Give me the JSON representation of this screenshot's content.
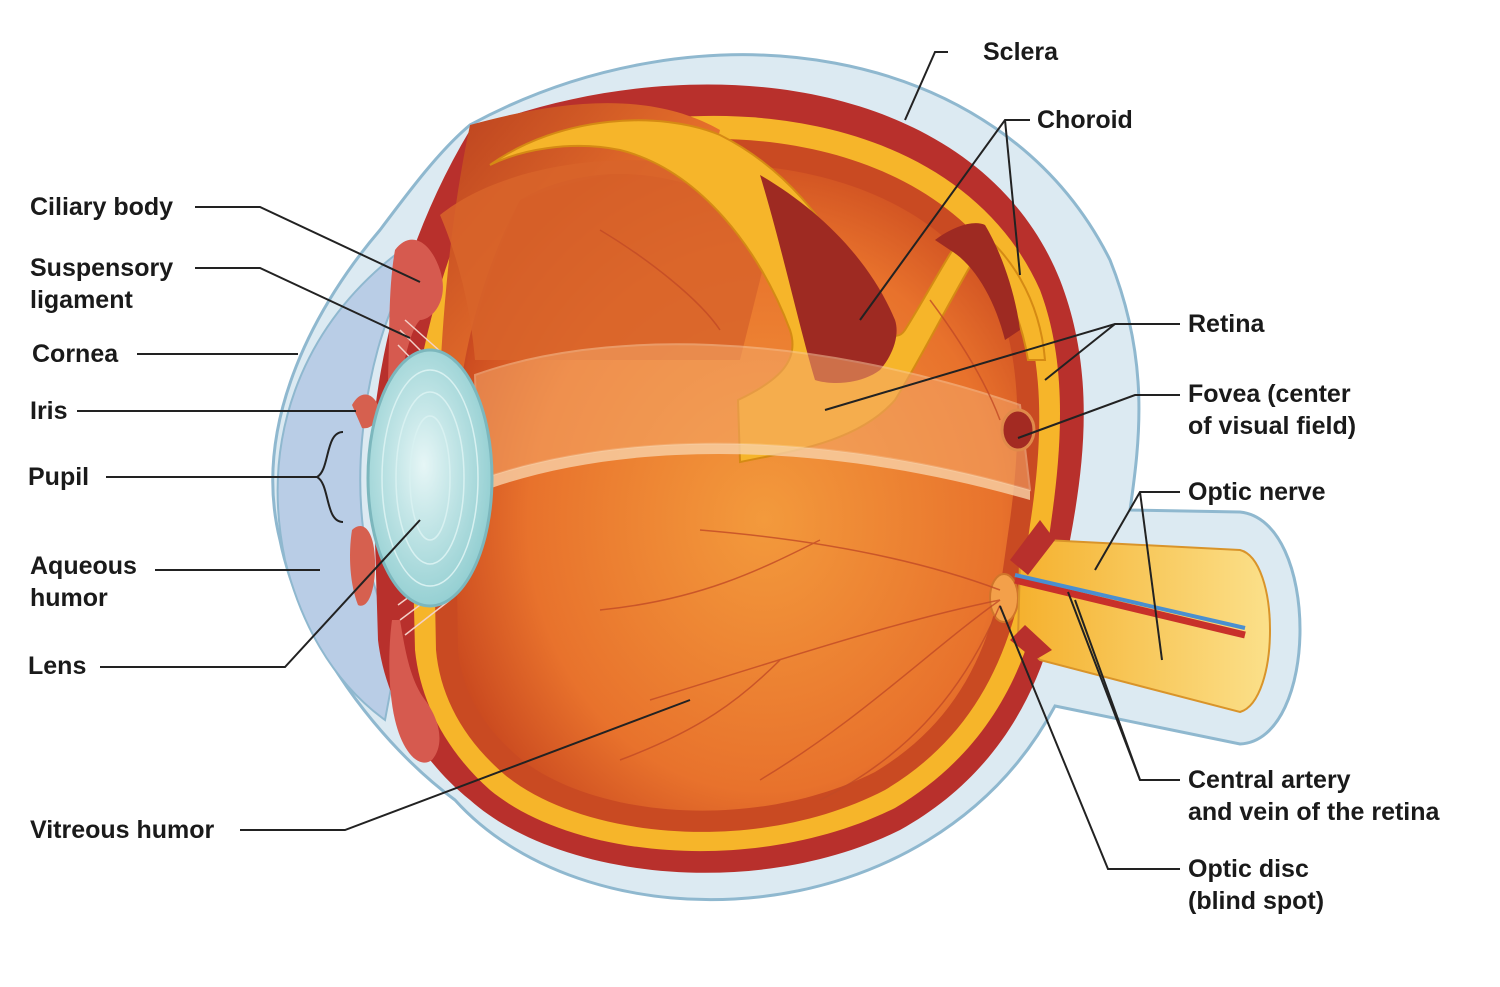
{
  "labels": {
    "sclera": "Sclera",
    "choroid": "Choroid",
    "ciliary_body": "Ciliary body",
    "suspensory_ligament": [
      "Suspensory",
      "ligament"
    ],
    "cornea": "Cornea",
    "iris": "Iris",
    "pupil": "Pupil",
    "aqueous_humor": [
      "Aqueous",
      "humor"
    ],
    "lens": "Lens",
    "vitreous_humor": "Vitreous humor",
    "retina": "Retina",
    "fovea": [
      "Fovea (center",
      "of visual field)"
    ],
    "optic_nerve": "Optic nerve",
    "central_artery_vein": [
      "Central artery",
      "and vein of the retina"
    ],
    "optic_disc": [
      "Optic disc",
      "(blind spot)"
    ]
  },
  "colors": {
    "sclera_fill": "#dceaf2",
    "sclera_edge": "#8fb8cf",
    "cornea_fill": "#b9cde6",
    "choroid": "#b8302c",
    "retina": "#f6b52a",
    "vitreous": "#e9752c",
    "vitreous_dark": "#c94a22",
    "lens": "#b8e3e4",
    "nerve": "#f5b938",
    "artery": "#c8302a",
    "vein": "#4a8fd0"
  }
}
